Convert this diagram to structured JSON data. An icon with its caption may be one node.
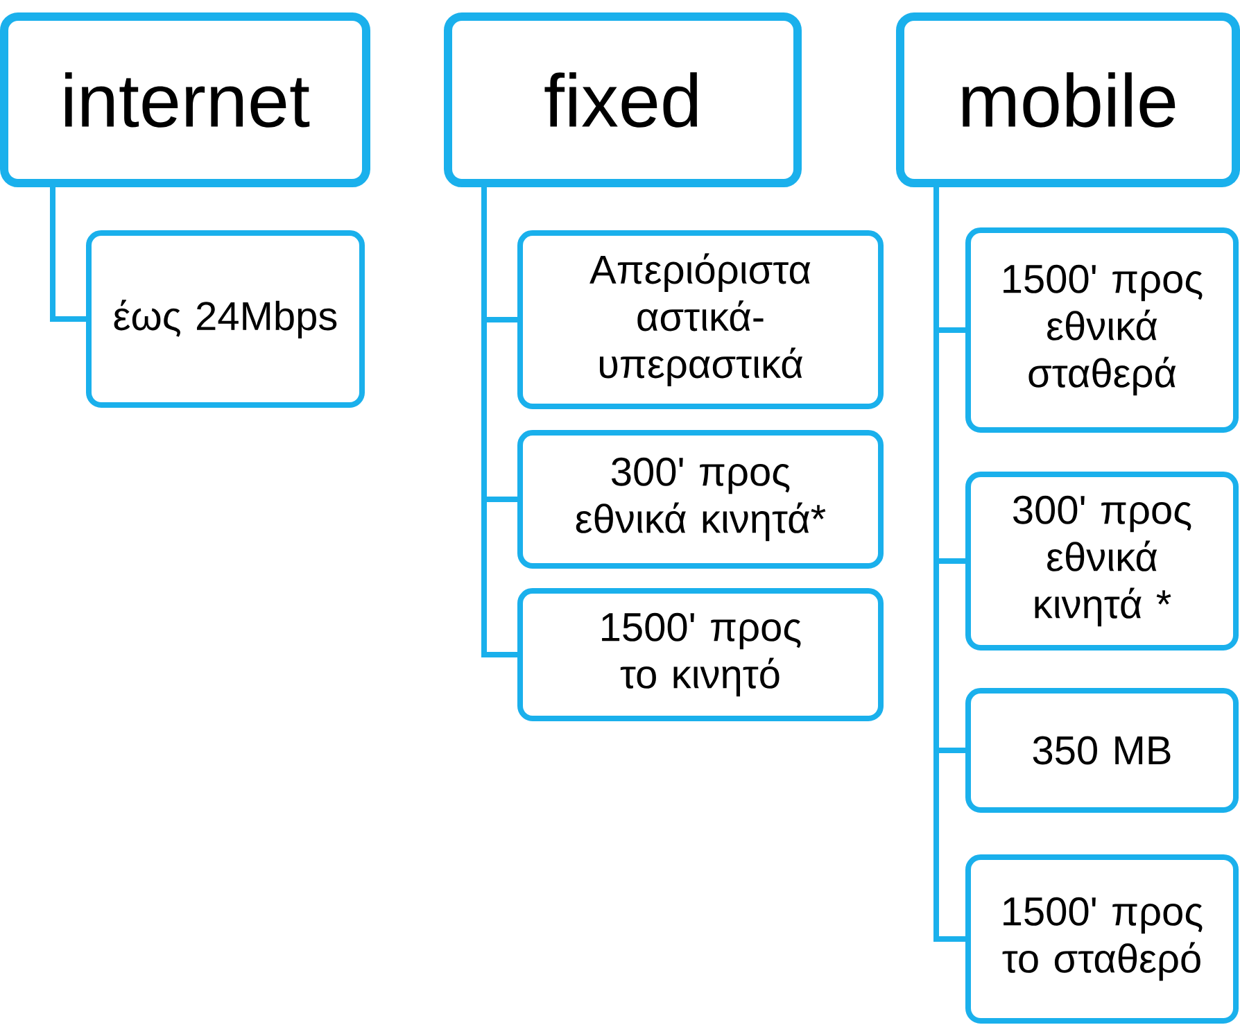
{
  "diagram": {
    "nodes": [
      {
        "text": [
          "internet"
        ]
      },
      {
        "text": [
          "έως 24Mbps"
        ]
      },
      {
        "text": [
          "fixed"
        ]
      },
      {
        "text": [
          "Απεριόριστα αστικά- υπεραστικά"
        ]
      },
      {
        "text": [
          "300' προς εθνικά κινητά*"
        ]
      },
      {
        "text": [
          "1500' προς το κινητό"
        ]
      },
      {
        "text": [
          "mobile"
        ]
      },
      {
        "text": [
          "1500' προς εθνικά σταθερά"
        ]
      },
      {
        "text": [
          "300' προς εθνικά κινητά *"
        ]
      },
      {
        "text": [
          "350 MB"
        ]
      },
      {
        "text": [
          "1500' προς το σταθερό"
        ]
      }
    ],
    "edges": [
      {
        "from": 0,
        "to": 1,
        "arrow": "none"
      },
      {
        "from": 2,
        "to": 3,
        "arrow": "none"
      },
      {
        "from": 2,
        "to": 4,
        "arrow": "none"
      },
      {
        "from": 2,
        "to": 5,
        "arrow": "none"
      },
      {
        "from": 6,
        "to": 7,
        "arrow": "none"
      },
      {
        "from": 6,
        "to": 8,
        "arrow": "none"
      },
      {
        "from": 6,
        "to": 9,
        "arrow": "none"
      },
      {
        "from": 6,
        "to": 10,
        "arrow": "none"
      }
    ]
  }
}
